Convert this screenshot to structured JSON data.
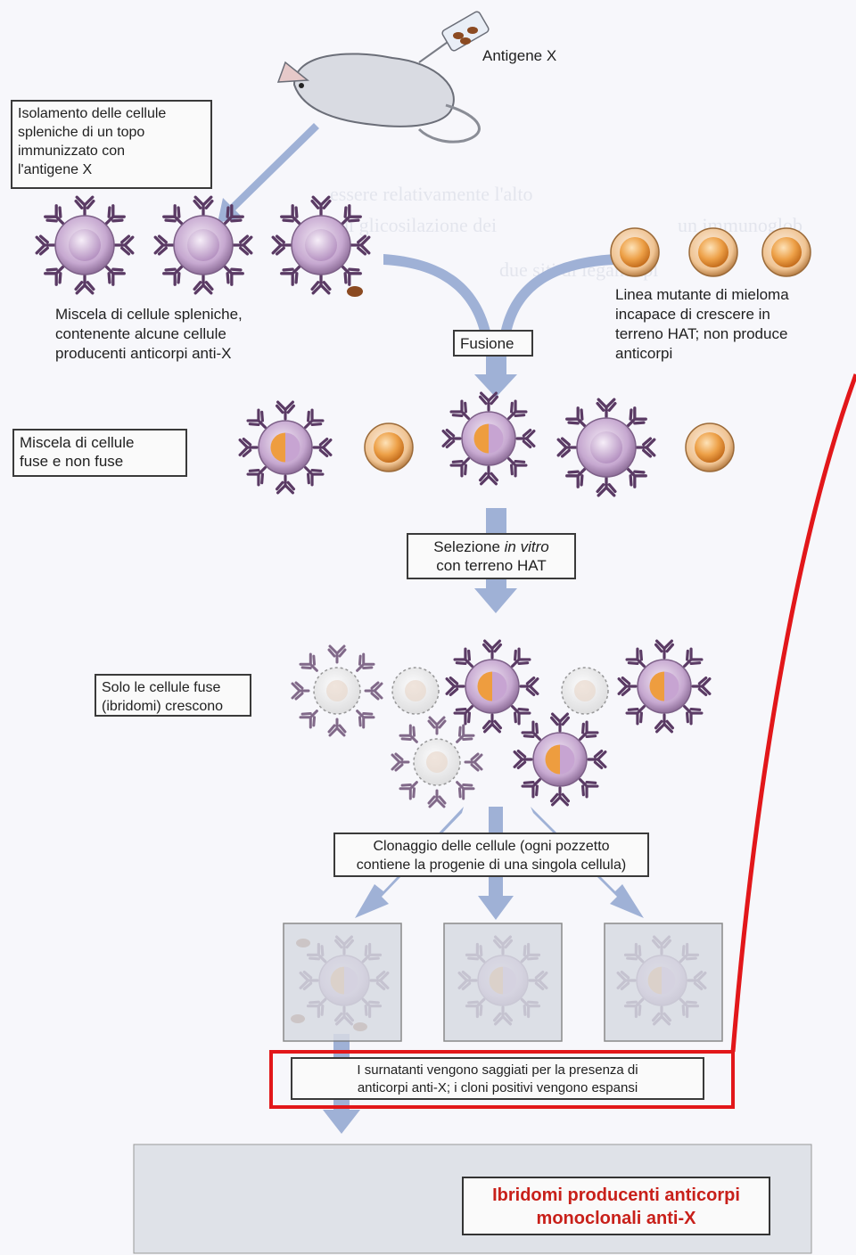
{
  "labels": {
    "antigen": "Antigene X",
    "isolation": [
      "Isolamento delle cellule",
      "spleniche di un topo",
      "immunizzato con",
      "l'antigene X"
    ],
    "spleen_mix": [
      "Miscela di cellule spleniche,",
      "contenente alcune cellule",
      "producenti anticorpi anti-X"
    ],
    "myeloma": [
      "Linea mutante di mieloma",
      "incapace di crescere in",
      "terreno HAT; non produce",
      "anticorpi"
    ],
    "fusion": "Fusione",
    "fused_mix": [
      "Miscela di cellule",
      "fuse e non fuse"
    ],
    "selection_pre": "Selezione ",
    "selection_em": "in vitro",
    "selection_line2": "con terreno HAT",
    "hybridomas_grow": [
      "Solo le cellule fuse",
      "(ibridomi) crescono"
    ],
    "cloning": [
      "Clonaggio delle cellule (ogni pozzetto",
      "contiene la progenie di una singola cellula)"
    ],
    "screening": [
      "I surnatanti vengono saggiati per la presenza di",
      "anticorpi anti-X; i cloni positivi vengono espansi"
    ],
    "result": [
      "Ibridomi producenti anticorpi",
      "monoclonali anti-X"
    ]
  },
  "colors": {
    "spleen_cell": "#c6a8d0",
    "myeloma_cell": "#e9962f",
    "antibody": "#5a3a64",
    "arrow": "#9fb1d6",
    "highlight": "#e2171a",
    "result_text": "#c8201a"
  }
}
